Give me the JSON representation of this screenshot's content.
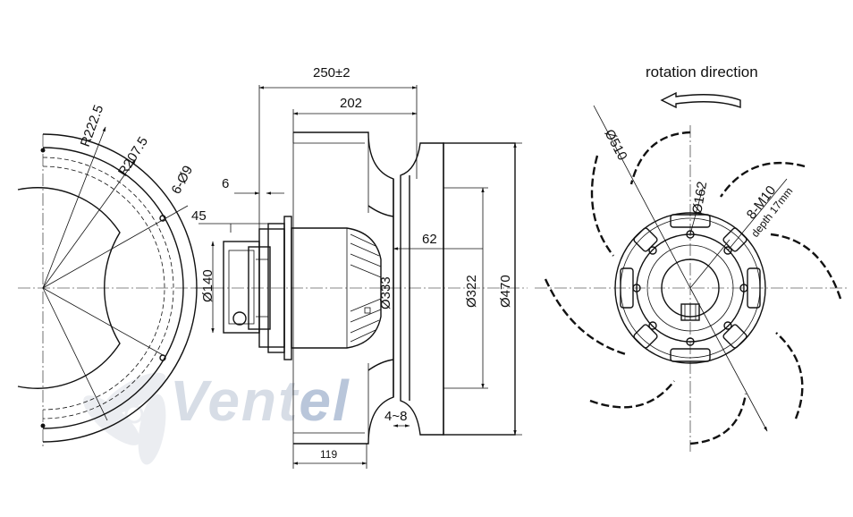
{
  "title": "rotation direction",
  "watermark": {
    "text_main": "Vent",
    "text_accent": "el"
  },
  "left_view": {
    "r_outer": "R222.5",
    "r_inner": "R207.5",
    "holes": "6-Ø9"
  },
  "side_view": {
    "overall_length": "250±2",
    "wheel_length": "202",
    "flange_thk": "6",
    "box_offset": "45",
    "hub_offset": "62",
    "motor_len": "119",
    "gap": "4~8",
    "d_box": "Ø140",
    "d_motor": "Ø333",
    "d_inlet": "Ø322",
    "d_wheel": "Ø470"
  },
  "front_view": {
    "d_outer": "Ø510",
    "d_hub": "Ø162",
    "threads": "8-M10",
    "depth": "depth 17mm"
  },
  "colors": {
    "line": "#111111",
    "watermark": "#d7dde6",
    "watermark_accent": "#b9c6da"
  }
}
